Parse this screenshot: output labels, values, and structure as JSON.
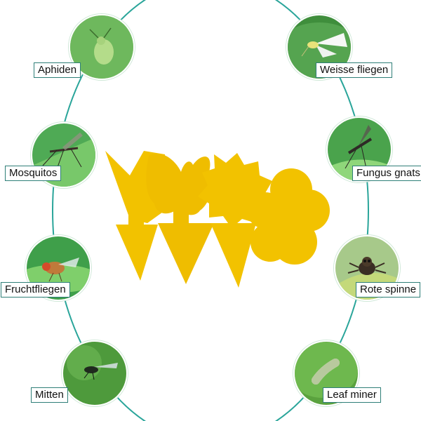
{
  "colors": {
    "ring": "#2aa59a",
    "trap": "#f2c200",
    "trap_dark": "#e0ad00",
    "label_border": "#2f7f78"
  },
  "pests_left": [
    {
      "label": "Aphiden",
      "icon": "aphid-icon"
    },
    {
      "label": "Mosquitos",
      "icon": "mosquito-icon"
    },
    {
      "label": "Fruchtfliegen",
      "icon": "fruit-fly-icon"
    },
    {
      "label": "Mitten",
      "icon": "mite-icon"
    }
  ],
  "pests_right": [
    {
      "label": "Weisse fliegen",
      "icon": "whitefly-icon"
    },
    {
      "label": "Fungus gnats",
      "icon": "fungus-gnat-icon"
    },
    {
      "label": "Rote spinne",
      "icon": "spider-icon"
    },
    {
      "label": "Leaf miner",
      "icon": "leaf-miner-icon"
    }
  ]
}
